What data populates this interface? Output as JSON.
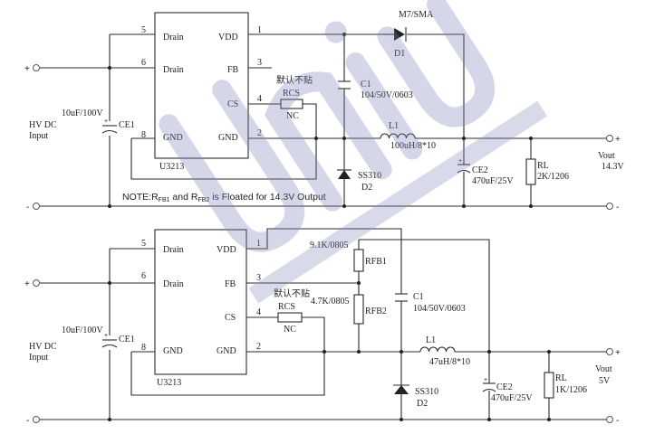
{
  "watermark": {
    "text": "Uniu",
    "color": "#7f87b8"
  },
  "top": {
    "chip_name": "U3213",
    "pins": {
      "drain_a": "Drain",
      "drain_b": "Drain",
      "gnd_l": "GND",
      "vdd": "VDD",
      "fb": "FB",
      "cs": "CS",
      "gnd_r": "GND"
    },
    "pin_numbers": {
      "p5": "5",
      "p6": "6",
      "p8": "8",
      "p1": "1",
      "p3": "3",
      "p4": "4",
      "p2": "2"
    },
    "plus_label": "+",
    "minus_label": "-",
    "input_cap_value": "10uF/100V",
    "input_cap_name": "CE1",
    "input_label_1": "HV DC",
    "input_label_2": "Input",
    "diode_top_name": "M7/SMA",
    "diode_top_ref": "D1",
    "rcs_note": "默认不贴",
    "rcs_name": "RCS",
    "rcs_value": "NC",
    "c1_name": "C1",
    "c1_value": "104/50V/0603",
    "l1_name": "L1",
    "l1_value": "100uH/8*10",
    "d2_name": "SS310",
    "d2_ref": "D2",
    "ce2_name": "CE2",
    "ce2_value": "470uF/25V",
    "rl_name": "RL",
    "rl_value": "2K/1206",
    "vout_label": "Vout",
    "vout_value": "14.3V",
    "out_plus": "+",
    "out_minus": "-",
    "note_prefix": "NOTE:R",
    "note_sub1": "FB1",
    "note_mid": " and R",
    "note_sub2": "FB2",
    "note_suffix": " is Floated for 14.3V Output"
  },
  "bottom": {
    "chip_name": "U3213",
    "pins": {
      "drain_a": "Drain",
      "drain_b": "Drain",
      "gnd_l": "GND",
      "vdd": "VDD",
      "fb": "FB",
      "cs": "CS",
      "gnd_r": "GND"
    },
    "pin_numbers": {
      "p5": "5",
      "p6": "6",
      "p8": "8",
      "p1": "1",
      "p3": "3",
      "p4": "4",
      "p2": "2"
    },
    "plus_label": "+",
    "minus_label": "-",
    "input_cap_value": "10uF/100V",
    "input_cap_name": "CE1",
    "input_label_1": "HV DC",
    "input_label_2": "Input",
    "rfb1_value": "9.1K/0805",
    "rfb1_name": "RFB1",
    "rfb2_value": "4.7K/0805",
    "rfb2_name": "RFB2",
    "rcs_note": "默认不贴",
    "rcs_name": "RCS",
    "rcs_value": "NC",
    "c1_name": "C1",
    "c1_value": "104/50V/0603",
    "l1_name": "L1",
    "l1_value": "47uH/8*10",
    "d2_name": "SS310",
    "d2_ref": "D2",
    "ce2_name": "CE2",
    "ce2_value": "470uF/25V",
    "rl_name": "RL",
    "rl_value": "1K/1206",
    "vout_label": "Vout",
    "vout_value": "5V",
    "out_plus": "+",
    "out_minus": "-"
  }
}
